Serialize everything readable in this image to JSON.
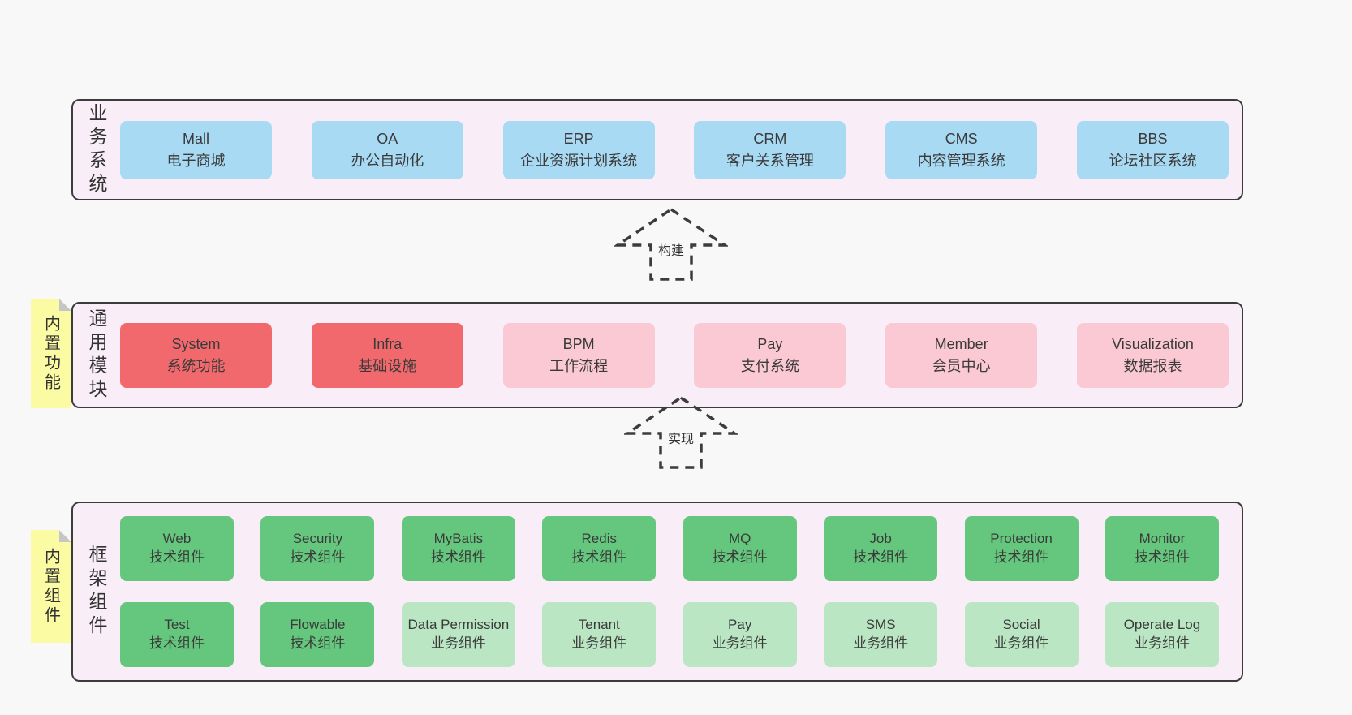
{
  "colors": {
    "blue": "#a8daf3",
    "red": "#f1696d",
    "pink": "#fbc9d3",
    "green": "#65c77d",
    "lightgreen": "#bae6c3",
    "layer_bg": "#f9edf7",
    "note_bg": "#fbfba3",
    "border": "#3c3c3c",
    "page_bg": "#f8f8f8"
  },
  "arrows": [
    {
      "label": "构建"
    },
    {
      "label": "实现"
    }
  ],
  "layers": [
    {
      "label": "业务系统",
      "boxes": [
        {
          "en": "Mall",
          "zh": "电子商城",
          "color": "blue"
        },
        {
          "en": "OA",
          "zh": "办公自动化",
          "color": "blue"
        },
        {
          "en": "ERP",
          "zh": "企业资源计划系统",
          "color": "blue"
        },
        {
          "en": "CRM",
          "zh": "客户关系管理",
          "color": "blue"
        },
        {
          "en": "CMS",
          "zh": "内容管理系统",
          "color": "blue"
        },
        {
          "en": "BBS",
          "zh": "论坛社区系统",
          "color": "blue"
        }
      ]
    },
    {
      "label": "通用模块",
      "note": "内置功能",
      "boxes": [
        {
          "en": "System",
          "zh": "系统功能",
          "color": "red"
        },
        {
          "en": "Infra",
          "zh": "基础设施",
          "color": "red"
        },
        {
          "en": "BPM",
          "zh": "工作流程",
          "color": "pink"
        },
        {
          "en": "Pay",
          "zh": "支付系统",
          "color": "pink"
        },
        {
          "en": "Member",
          "zh": "会员中心",
          "color": "pink"
        },
        {
          "en": "Visualization",
          "zh": "数据报表",
          "color": "pink"
        }
      ]
    },
    {
      "label": "框架组件",
      "note": "内置组件",
      "rows": [
        [
          {
            "en": "Web",
            "zh": "技术组件",
            "color": "green"
          },
          {
            "en": "Security",
            "zh": "技术组件",
            "color": "green"
          },
          {
            "en": "MyBatis",
            "zh": "技术组件",
            "color": "green"
          },
          {
            "en": "Redis",
            "zh": "技术组件",
            "color": "green"
          },
          {
            "en": "MQ",
            "zh": "技术组件",
            "color": "green"
          },
          {
            "en": "Job",
            "zh": "技术组件",
            "color": "green"
          },
          {
            "en": "Protection",
            "zh": "技术组件",
            "color": "green"
          },
          {
            "en": "Monitor",
            "zh": "技术组件",
            "color": "green"
          }
        ],
        [
          {
            "en": "Test",
            "zh": "技术组件",
            "color": "green"
          },
          {
            "en": "Flowable",
            "zh": "技术组件",
            "color": "green"
          },
          {
            "en": "Data Permission",
            "zh": "业务组件",
            "color": "lightgreen"
          },
          {
            "en": "Tenant",
            "zh": "业务组件",
            "color": "lightgreen"
          },
          {
            "en": "Pay",
            "zh": "业务组件",
            "color": "lightgreen"
          },
          {
            "en": "SMS",
            "zh": "业务组件",
            "color": "lightgreen"
          },
          {
            "en": "Social",
            "zh": "业务组件",
            "color": "lightgreen"
          },
          {
            "en": "Operate Log",
            "zh": "业务组件",
            "color": "lightgreen"
          }
        ]
      ]
    }
  ]
}
